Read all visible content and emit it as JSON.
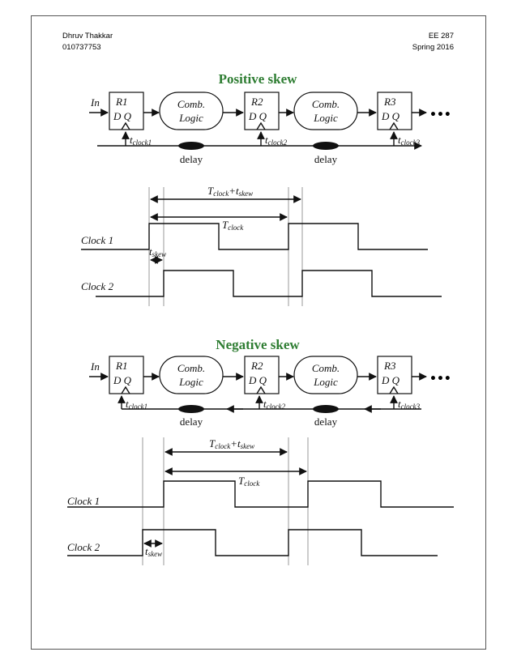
{
  "header": {
    "name": "Dhruv Thakkar",
    "id": "010737753",
    "course": "EE 287",
    "term": "Spring 2016"
  },
  "positive": {
    "title": "Positive skew",
    "input_label": "In",
    "registers": [
      "R1",
      "R2",
      "R3"
    ],
    "reg_port": "D  Q",
    "comb_line1": "Comb.",
    "comb_line2": "Logic",
    "clock_taps": [
      "t",
      "t",
      "t"
    ],
    "clock_tap_subs": [
      "clock1",
      "clock2",
      "clock3"
    ],
    "delay_label": "delay",
    "ellipsis": "•••",
    "timing": {
      "period_plus_skew": "T",
      "period_plus_skew_sub": "clock",
      "period_plus_skew_plus": "+t",
      "period_plus_skew_sub2": "skew",
      "period": "T",
      "period_sub": "clock",
      "skew": "t",
      "skew_sub": "skew",
      "clock1": "Clock 1",
      "clock2": "Clock 2"
    }
  },
  "negative": {
    "title": "Negative skew",
    "input_label": "In",
    "registers": [
      "R1",
      "R2",
      "R3"
    ],
    "reg_port": "D  Q",
    "comb_line1": "Comb.",
    "comb_line2": "Logic",
    "clock_taps": [
      "t",
      "t",
      "t"
    ],
    "clock_tap_subs": [
      "clock1",
      "clock2",
      "clock3"
    ],
    "delay_label": "delay",
    "ellipsis": "•••",
    "timing": {
      "period_plus_skew": "T",
      "period_plus_skew_sub": "clock",
      "period_plus_skew_plus": "+t",
      "period_plus_skew_sub2": "skew",
      "period": "T",
      "period_sub": "clock",
      "skew": "t",
      "skew_sub": "skew",
      "clock1": "Clock 1",
      "clock2": "Clock 2"
    }
  }
}
